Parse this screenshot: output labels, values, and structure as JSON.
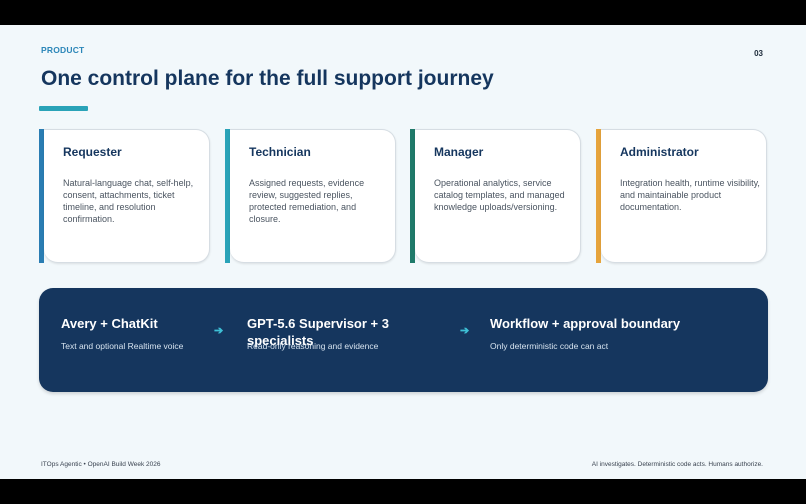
{
  "slide": {
    "eyebrow": "PRODUCT",
    "page_number": "03",
    "title": "One control plane for the full support journey"
  },
  "cards": [
    {
      "title": "Requester",
      "description": "Natural-language chat, self-help, consent, attachments, ticket timeline, and resolution confirmation.",
      "accent_color": "#2a7db3"
    },
    {
      "title": "Technician",
      "description": "Assigned requests, evidence review, suggested replies, protected remediation, and closure.",
      "accent_color": "#2aa3b8"
    },
    {
      "title": "Manager",
      "description": "Operational analytics, service catalog templates, and managed knowledge uploads/versioning.",
      "accent_color": "#1f7a6a"
    },
    {
      "title": "Administrator",
      "description": "Integration health, runtime visibility, and maintainable product documentation.",
      "accent_color": "#e6a43c"
    }
  ],
  "flow": {
    "steps": [
      {
        "title": "Avery + ChatKit",
        "description": "Text and optional Realtime voice"
      },
      {
        "title": "GPT-5.6 Supervisor + 3 specialists",
        "description": "Read-only reasoning and evidence"
      },
      {
        "title": "Workflow + approval boundary",
        "description": "Only deterministic code can act"
      }
    ],
    "arrow_glyph": "➔"
  },
  "footer": {
    "left": "ITOps Agentic  •  OpenAI Build Week 2026",
    "right": "AI investigates. Deterministic code acts. Humans authorize."
  },
  "colors": {
    "background": "#f2f8fb",
    "title": "#15365e",
    "flow_panel": "#15365e",
    "accent": "#2aa3b8"
  }
}
